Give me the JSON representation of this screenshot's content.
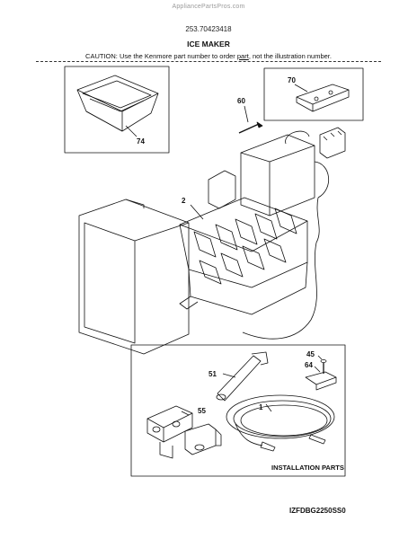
{
  "watermark": "AppliancePartsPros.com",
  "model_number": "253.70423418",
  "section_title": "ICE MAKER",
  "caution": {
    "prefix": "CAUTION: Use the Kenmore part number to order ",
    "underlined": "part",
    "suffix": ", not the illustration number."
  },
  "callouts": {
    "ice_bin": "74",
    "bracket": "70",
    "screw": "60",
    "ice_maker": "2",
    "fill_tube": "51",
    "screw_small": "45",
    "clip": "64",
    "water_valve": "55",
    "water_line": "1"
  },
  "installation_label": "INSTALLATION PARTS",
  "diagram_code": "IZFDBG2250SS0"
}
